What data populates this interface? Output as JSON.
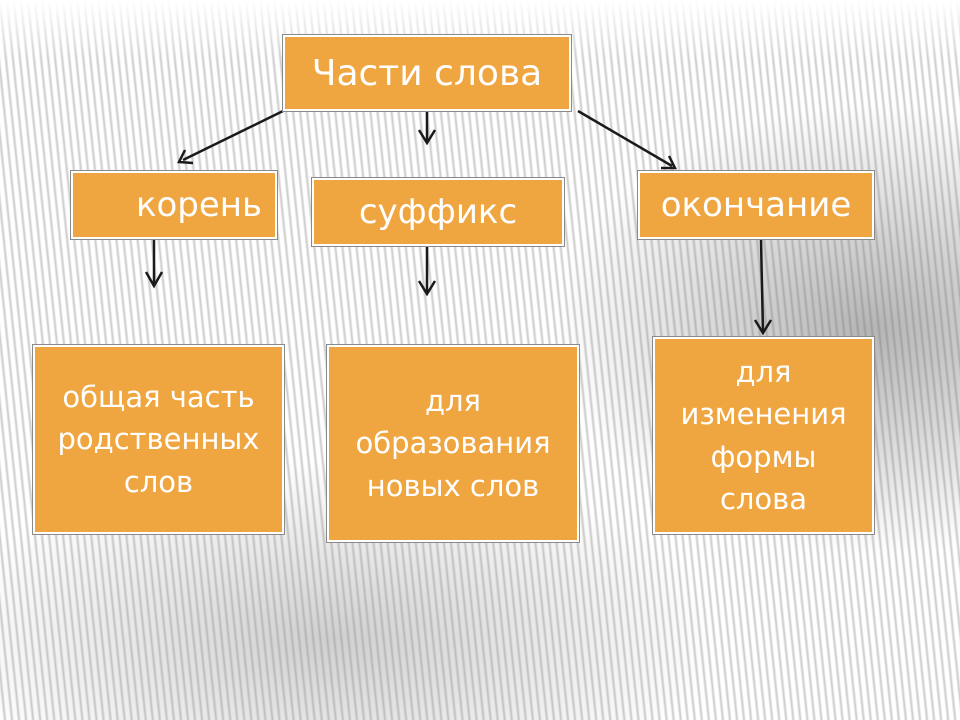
{
  "title": "Части слова",
  "parts": [
    {
      "name": "корень",
      "description": "общая часть родственных слов"
    },
    {
      "name": "суффикс",
      "description": "для образования новых слов"
    },
    {
      "name": "окончание",
      "description": "для изменения формы слова"
    }
  ],
  "colors": {
    "box_fill": "#f0a640",
    "text": "#ffffff",
    "arrow": "#1a1a1a"
  }
}
